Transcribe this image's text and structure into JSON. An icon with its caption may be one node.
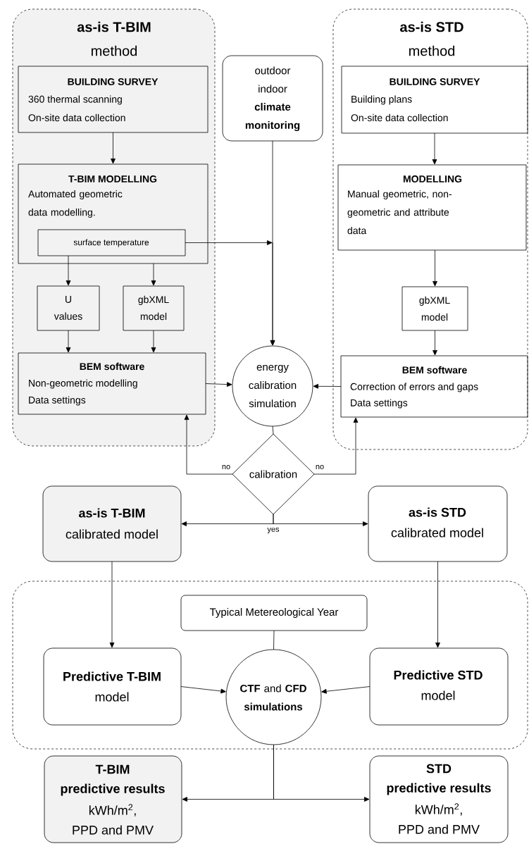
{
  "diagram": {
    "nodes": [
      {
        "text": [
          "as-is T-BIM",
          "method"
        ]
      },
      {
        "text": [
          "as-is STD",
          "method"
        ]
      },
      {
        "text": [
          "BUILDING SURVEY",
          "360 thermal  scanning",
          "On-site data collection"
        ],
        "in": 0
      },
      {
        "text": [
          "T-BIM MODELLING",
          "Automated geometric data modelling."
        ],
        "in": 0
      },
      {
        "text": [
          "surface temperature"
        ],
        "in": 3
      },
      {
        "text": [
          "U values"
        ],
        "in": 0
      },
      {
        "text": [
          "gbXML model"
        ],
        "in": 0
      },
      {
        "text": [
          "BEM software",
          "Non-geometric modelling",
          "Data settings"
        ],
        "in": 0
      },
      {
        "text": [
          "outdoor indoor",
          "climate monitoring"
        ]
      },
      {
        "text": [
          "energy calibration simulation"
        ]
      },
      {
        "text": [
          "calibration"
        ]
      },
      {
        "text": [
          "BUILDING SURVEY",
          "Building plans",
          "On-site data collection"
        ],
        "in": 1
      },
      {
        "text": [
          "MODELLING",
          "Manual geometric, non-geometric and attribute data"
        ],
        "in": 1
      },
      {
        "text": [
          "gbXML model"
        ],
        "in": 1
      },
      {
        "text": [
          "BEM software",
          "Correction of errors and gaps",
          "Data settings"
        ],
        "in": 1
      },
      {
        "text": [
          "as-is T-BIM",
          "calibrated model"
        ]
      },
      {
        "text": [
          "as-is STD",
          "calibrated model"
        ]
      },
      {
        "text": [],
        "shape": "box"
      },
      {
        "text": [
          "Typical Metereological Year"
        ],
        "in": 17
      },
      {
        "text": [
          "Predictive T-BIM",
          "model"
        ],
        "in": 17
      },
      {
        "text": [
          "**CTF** and **CFD simulations**"
        ],
        "in": 17
      },
      {
        "text": [
          "Predictive STD",
          "model"
        ],
        "in": 17
      },
      {
        "text": [
          "T-BIM",
          "predictive results",
          "kWh/m$^{2}$,",
          "PPD and PMV"
        ]
      },
      {
        "text": [
          "STD",
          "predictive results",
          "kWh/m$^{2}$,",
          "PPD and PMV"
        ]
      }
    ],
    "edges": [
      {
        "from": 2,
        "to": 3,
        "arrow": "to"
      },
      {
        "from": 4,
        "to": 5,
        "arrow": "to"
      },
      {
        "from": 3,
        "to": 6,
        "arrow": "to"
      },
      {
        "from": 5,
        "to": 7,
        "arrow": "to"
      },
      {
        "from": 6,
        "to": 7,
        "arrow": "to"
      },
      {
        "from": 4,
        "to": 9,
        "arrow": "to"
      },
      {
        "from": 8,
        "to": 9,
        "arrow": "to"
      },
      {
        "from": 7,
        "to": 9,
        "arrow": "to"
      },
      {
        "from": 14,
        "to": 9,
        "arrow": "to"
      },
      {
        "from": 11,
        "to": 12,
        "arrow": "to"
      },
      {
        "from": 12,
        "to": 13,
        "arrow": "to"
      },
      {
        "from": 13,
        "to": 14,
        "arrow": "to"
      },
      {
        "from": 9,
        "to": 10,
        "arrow": "none"
      },
      {
        "from": 10,
        "to": 7,
        "arrow": "to",
        "label": "no"
      },
      {
        "from": 10,
        "to": 14,
        "arrow": "to",
        "label": "no"
      },
      {
        "from": 10,
        "to": 15,
        "arrow": "to",
        "label": "yes"
      },
      {
        "from": 10,
        "to": 16,
        "arrow": "to"
      },
      {
        "from": 15,
        "to": 19,
        "arrow": "to"
      },
      {
        "from": 16,
        "to": 21,
        "arrow": "to"
      },
      {
        "from": 18,
        "to": 20,
        "arrow": "none"
      },
      {
        "from": 19,
        "to": 20,
        "arrow": "to"
      },
      {
        "from": 21,
        "to": 20,
        "arrow": "to"
      },
      {
        "from": 20,
        "to": 22,
        "arrow": "to"
      },
      {
        "from": 20,
        "to": 23,
        "arrow": "to"
      }
    ]
  }
}
